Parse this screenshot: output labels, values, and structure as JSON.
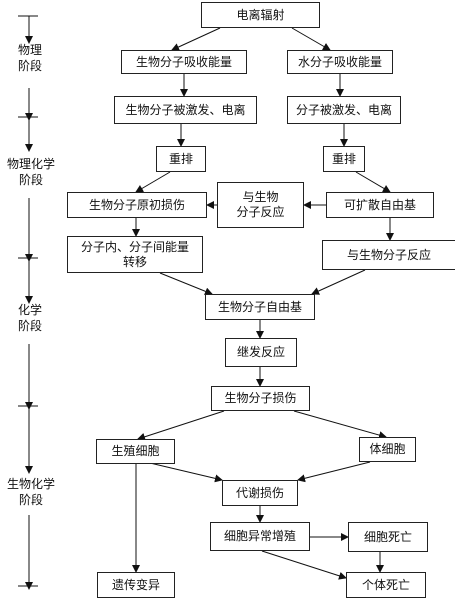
{
  "stages": [
    {
      "id": "physical",
      "label": "物理\n阶段"
    },
    {
      "id": "physicochemical",
      "label": "物理化学\n阶段"
    },
    {
      "id": "chemical",
      "label": "化学\n阶段"
    },
    {
      "id": "biochemical",
      "label": "生物化学\n阶段"
    }
  ],
  "nodes": {
    "radiation": "电离辐射",
    "bio_absorb": "生物分子吸收能量",
    "water_absorb": "水分子吸收能量",
    "bio_excite": "生物分子被激发、电离",
    "water_excite": "分子被激发、电离",
    "rearrange_left": "重排",
    "rearrange_right": "重排",
    "bio_damage_primary": "生物分子原初损伤",
    "react_center": "与生物\n分子反应",
    "diffusible_radical": "可扩散自由基",
    "energy_transfer": "分子内、分子间能量\n转移",
    "react_right": "与生物分子反应",
    "bio_radical": "生物分子自由基",
    "secondary": "继发反应",
    "bio_damage": "生物分子损伤",
    "germ_cell": "生殖细胞",
    "somatic_cell": "体细胞",
    "metabolic_damage": "代谢损伤",
    "abnormal_prolif": "细胞异常增殖",
    "cell_death": "细胞死亡",
    "genetic_variation": "遗传变异",
    "individual_death": "个体死亡"
  }
}
